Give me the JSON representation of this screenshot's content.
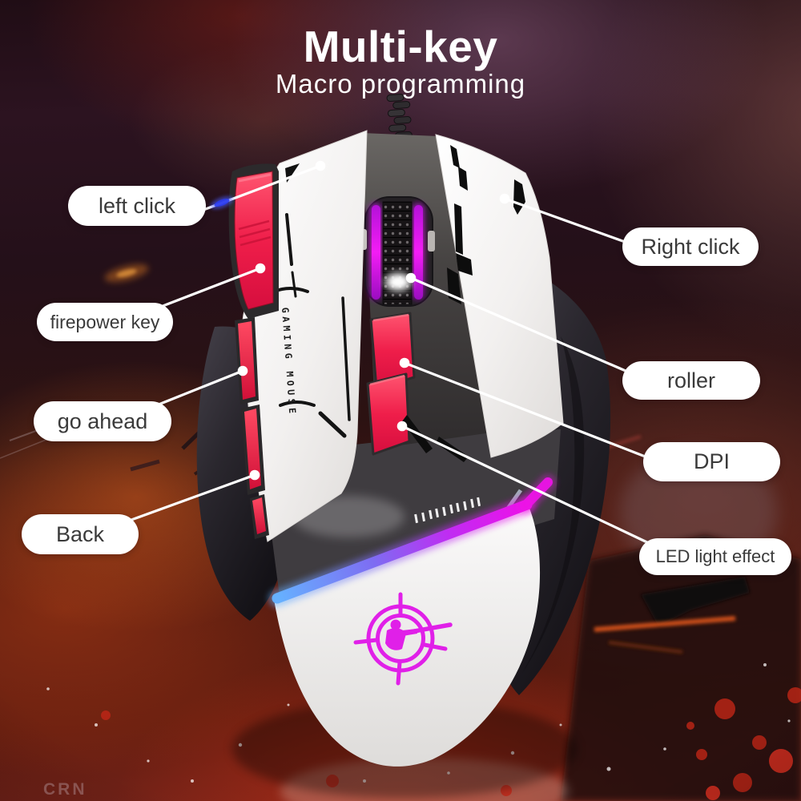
{
  "header": {
    "title": "Multi-key",
    "subtitle": "Macro programming"
  },
  "callouts": {
    "left_click": "left click",
    "firepower_key": "firepower key",
    "go_ahead": "go ahead",
    "back": "Back",
    "right_click": "Right click",
    "roller": "roller",
    "dpi": "DPI",
    "led_light_effect": "LED light effect"
  },
  "product": {
    "body_text": "GAMING MOUSE",
    "logo": "crosshair-soldier-logo"
  },
  "watermark": "CRN",
  "colors": {
    "button_red": "#f0204b",
    "wheel_glow_magenta": "#ee1cf0",
    "led_strip_gradient": [
      "#66b0ff",
      "#7e6cf2",
      "#ef0fe8"
    ],
    "label_background": "#ffffff",
    "label_text": "#3a3a3a",
    "heading_text": "#ffffff"
  }
}
